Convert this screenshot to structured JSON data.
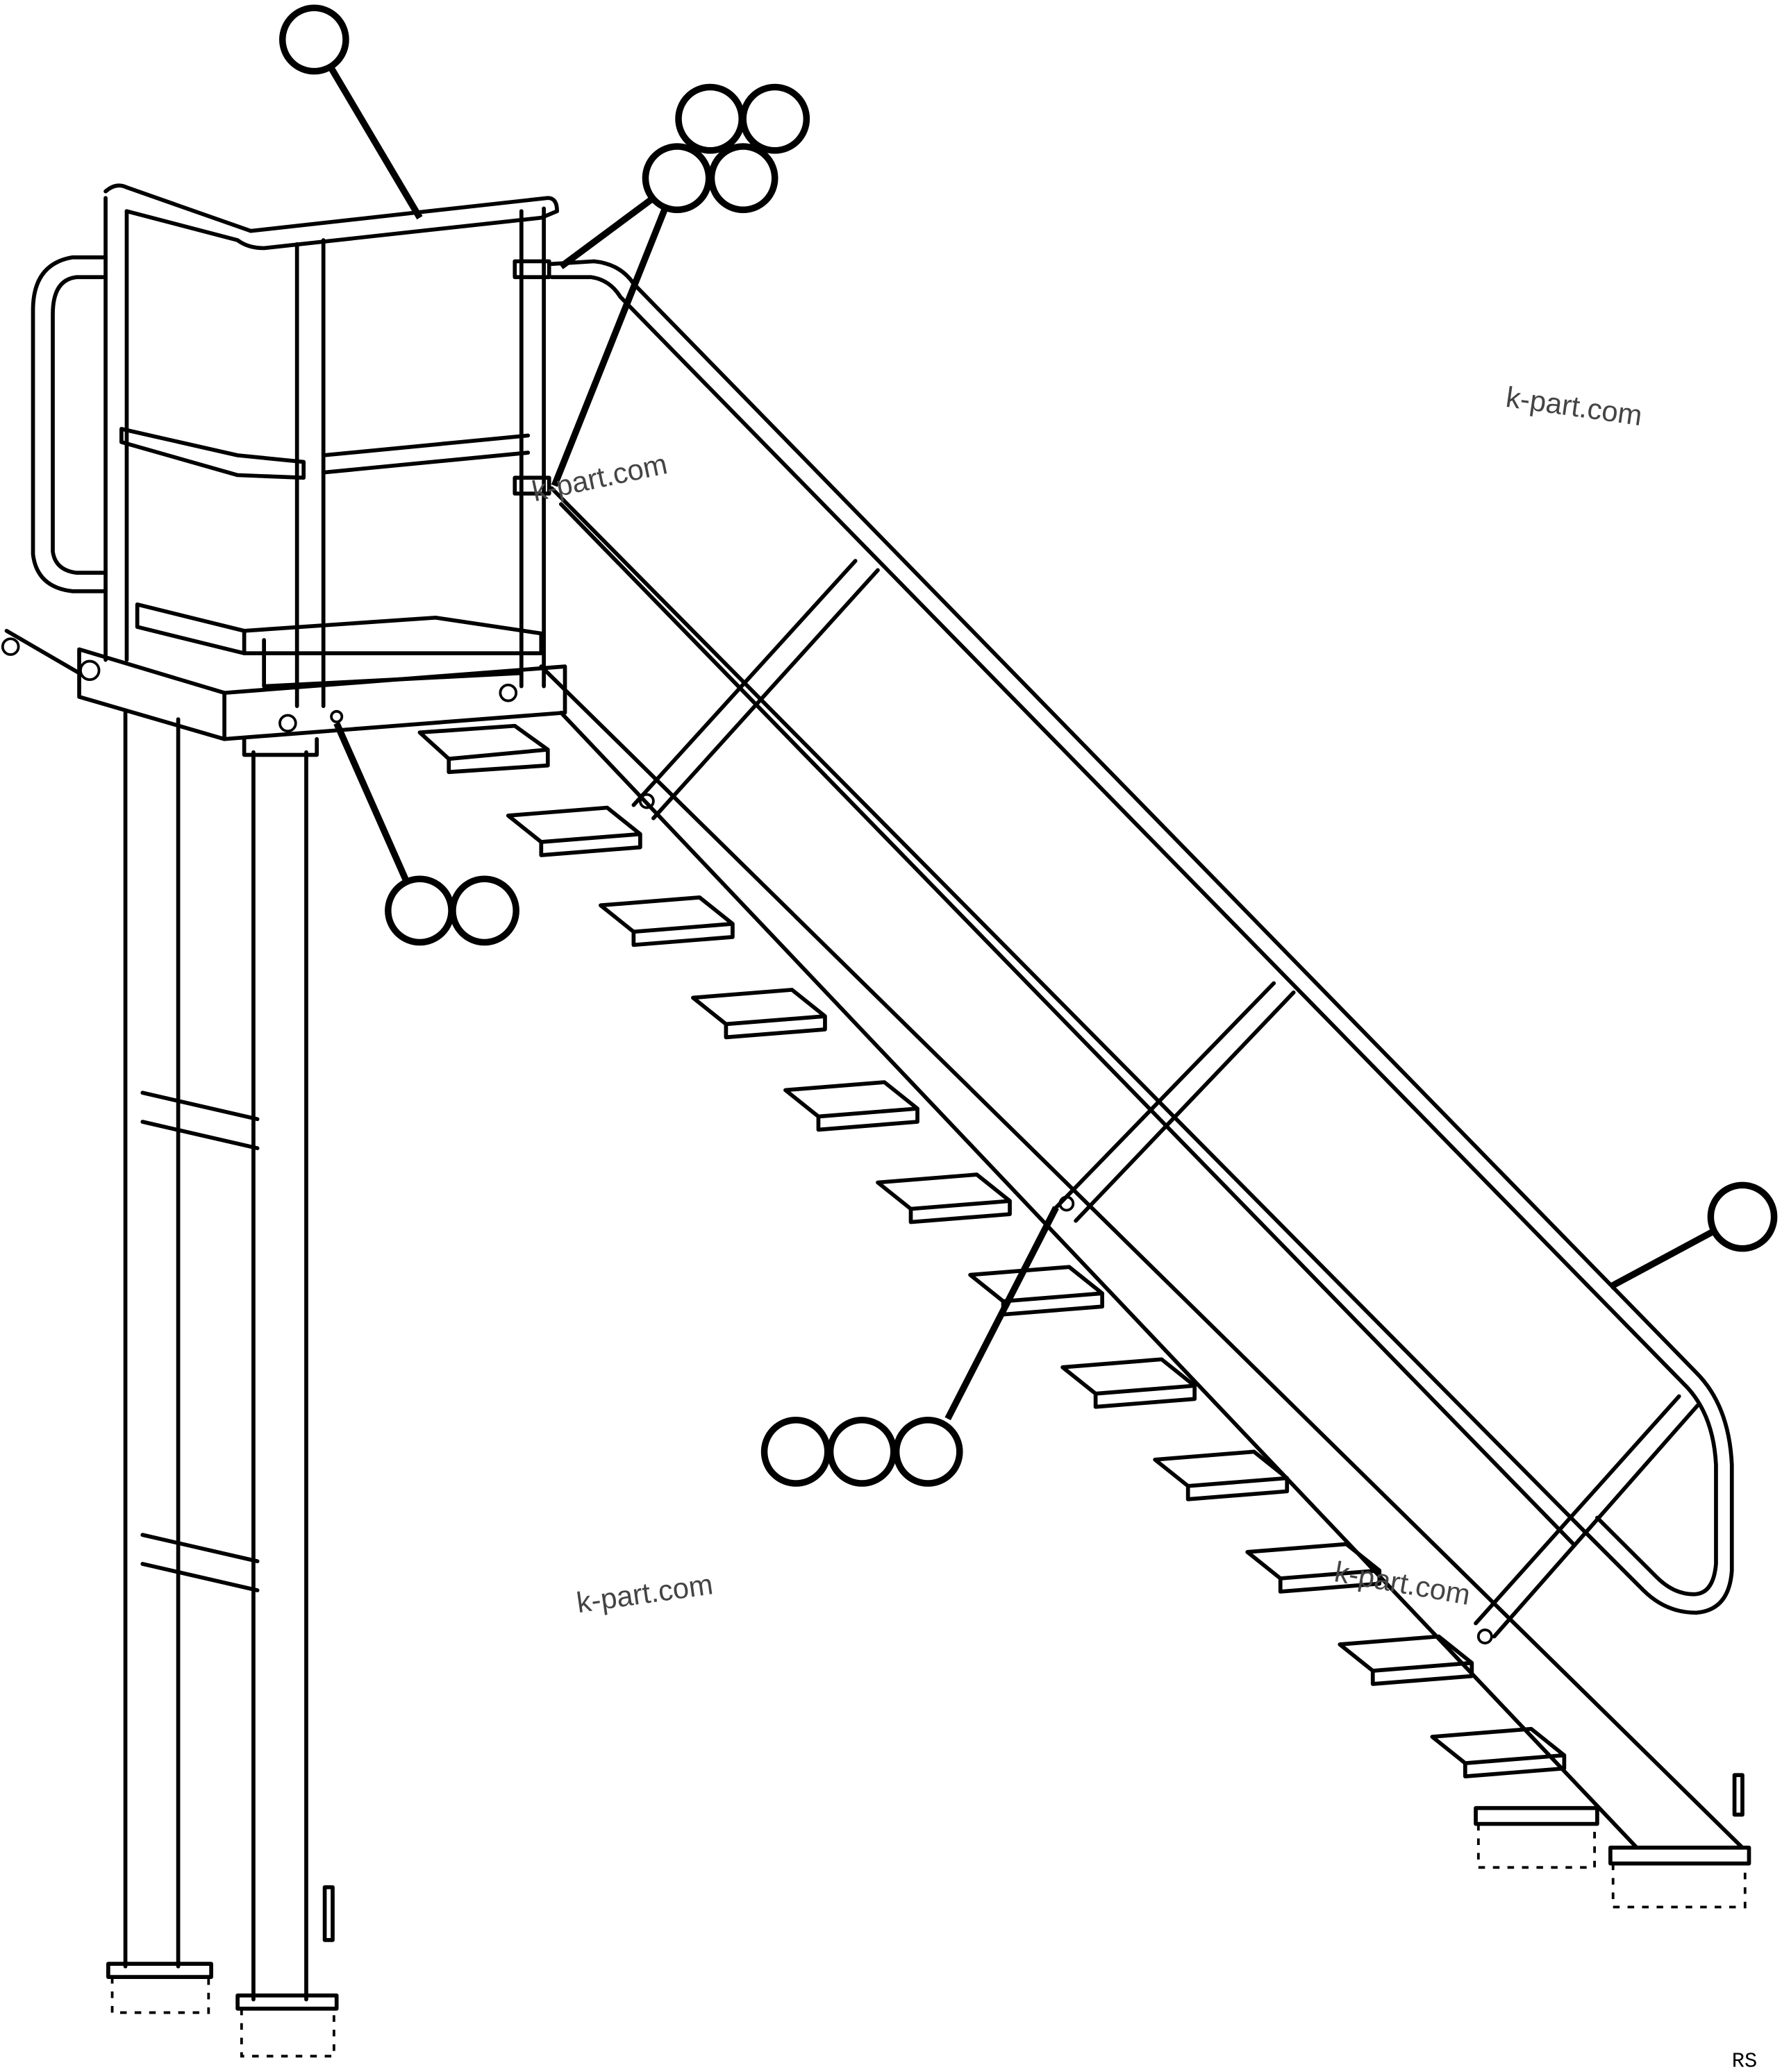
{
  "watermarks": [
    "k-part.com",
    "k-part.com",
    "k-part.com",
    "k-part.com"
  ],
  "figure_id": "RS",
  "callouts": [
    {
      "id": "top-rail"
    },
    {
      "id": "clamp-upper-a"
    },
    {
      "id": "clamp-upper-b"
    },
    {
      "id": "clamp-lower-a"
    },
    {
      "id": "clamp-lower-b"
    },
    {
      "id": "platform-bolt-a"
    },
    {
      "id": "platform-bolt-b"
    },
    {
      "id": "stringer-bolt-a"
    },
    {
      "id": "stringer-bolt-b"
    },
    {
      "id": "stringer-bolt-c"
    },
    {
      "id": "side-rail"
    }
  ]
}
